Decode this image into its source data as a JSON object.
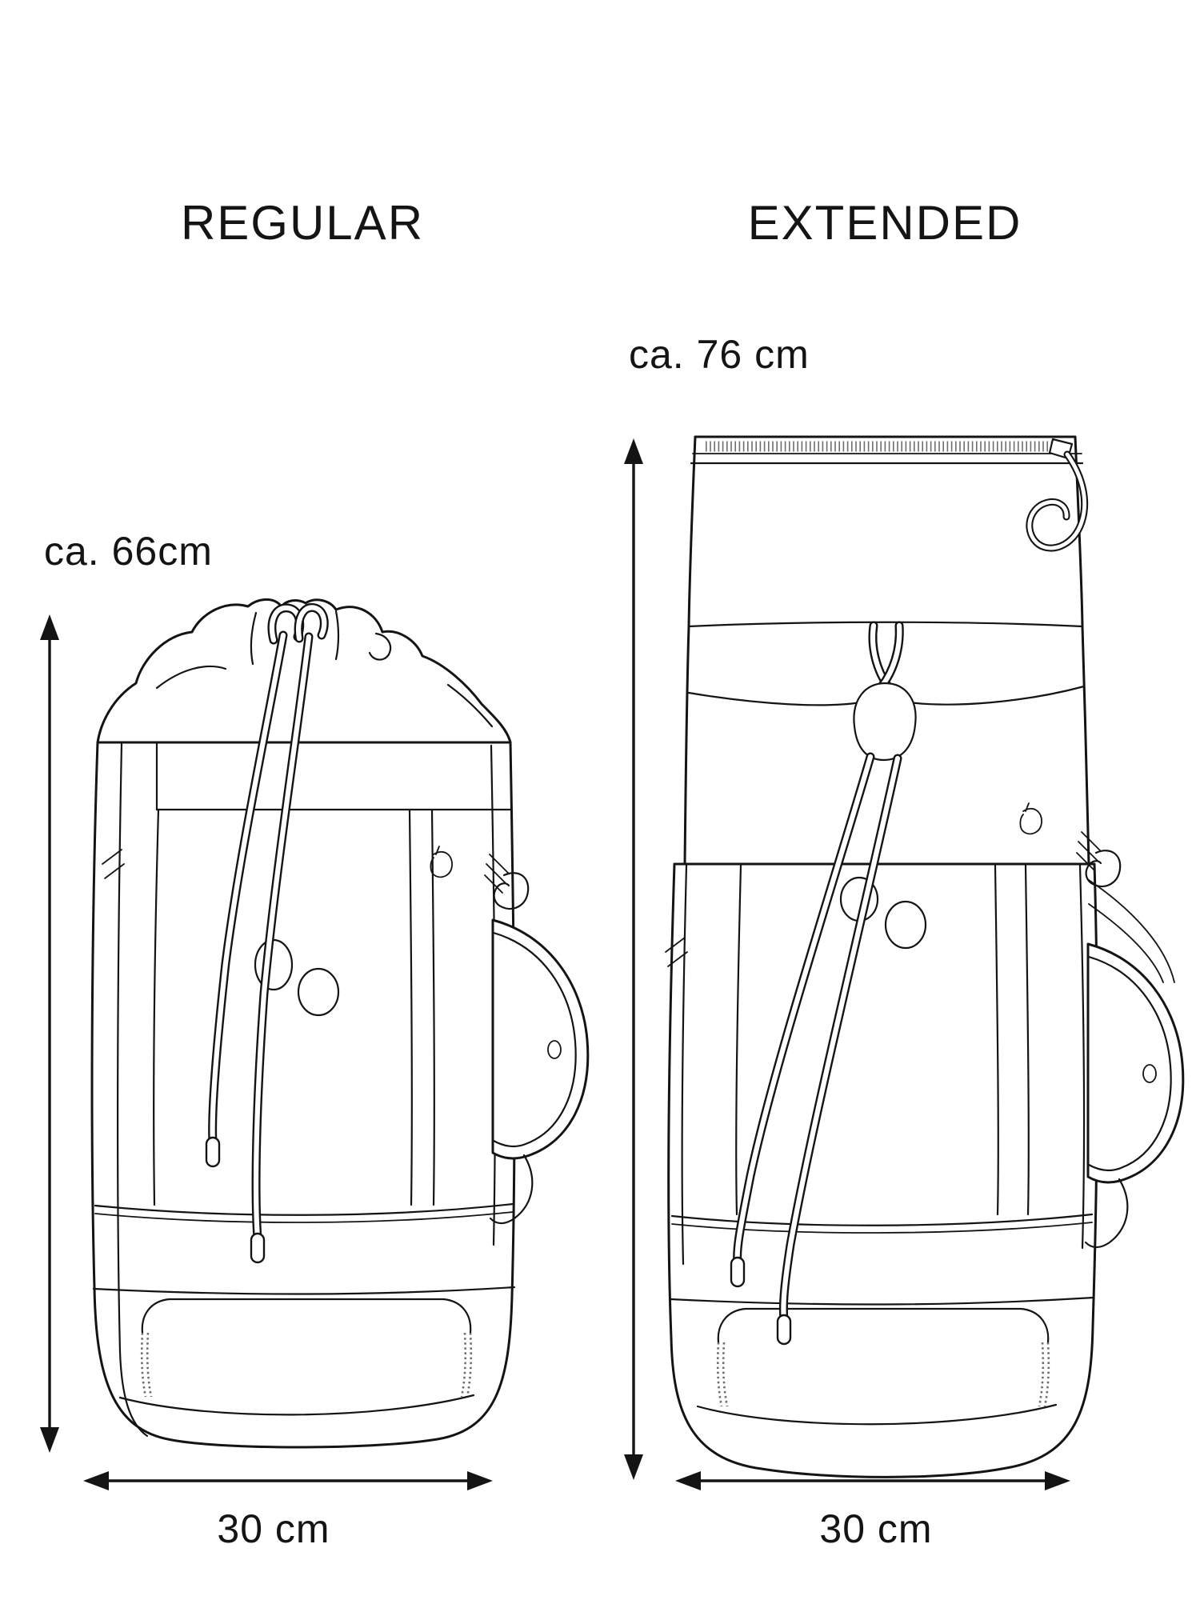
{
  "page": {
    "background_color": "#ffffff",
    "ink_color": "#141414",
    "zipper_dash_color": "#6e6e6e"
  },
  "diagram": {
    "columns": [
      {
        "id": "regular",
        "title": "REGULAR",
        "height_label": "ca. 66cm",
        "width_label": "30 cm"
      },
      {
        "id": "extended",
        "title": "EXTENDED",
        "height_label": "ca. 76 cm",
        "width_label": "30 cm"
      }
    ]
  }
}
